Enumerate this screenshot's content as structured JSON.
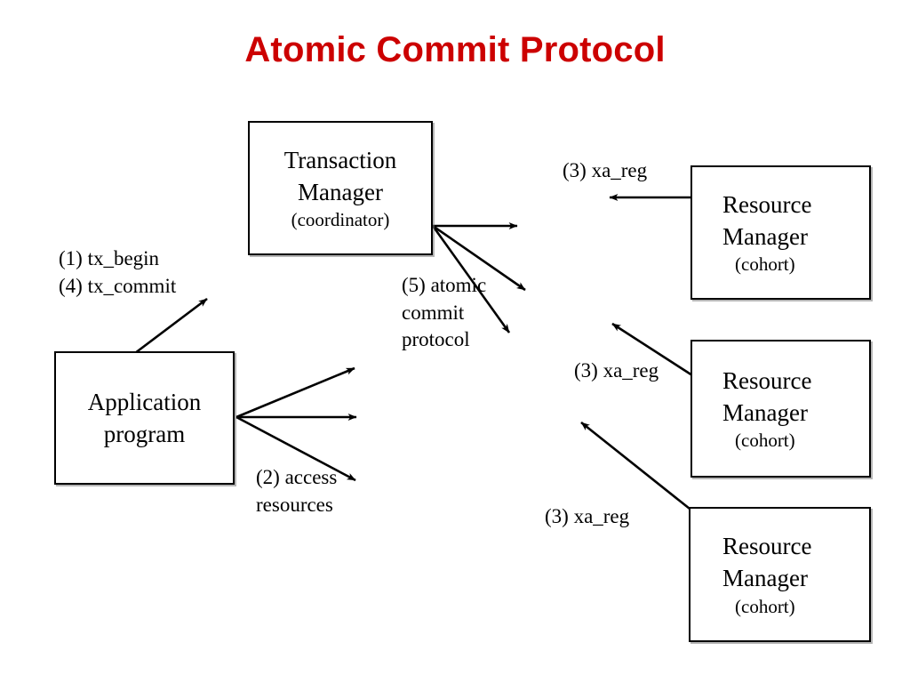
{
  "title": "Atomic Commit Protocol",
  "colors": {
    "title": "#cc0000",
    "box_border": "#000000",
    "arrow": "#000000",
    "background": "#ffffff"
  },
  "nodes": {
    "transaction_manager": {
      "line1": "Transaction",
      "line2": "Manager",
      "sub": "(coordinator)"
    },
    "application_program": {
      "line1": "Application",
      "line2": "program",
      "sub": ""
    },
    "resource_manager_1": {
      "line1": "Resource",
      "line2": "Manager",
      "sub": "(cohort)"
    },
    "resource_manager_2": {
      "line1": "Resource",
      "line2": "Manager",
      "sub": "(cohort)"
    },
    "resource_manager_3": {
      "line1": "Resource",
      "line2": "Manager",
      "sub": "(cohort)"
    }
  },
  "labels": {
    "tx_calls": "(1) tx_begin\n(4) tx_commit",
    "access_resources": "(2) access\nresources",
    "atomic_commit": "(5) atomic\ncommit\nprotocol",
    "xa_reg_1": "(3) xa_reg",
    "xa_reg_2": "(3) xa_reg",
    "xa_reg_3": "(3) xa_reg"
  }
}
